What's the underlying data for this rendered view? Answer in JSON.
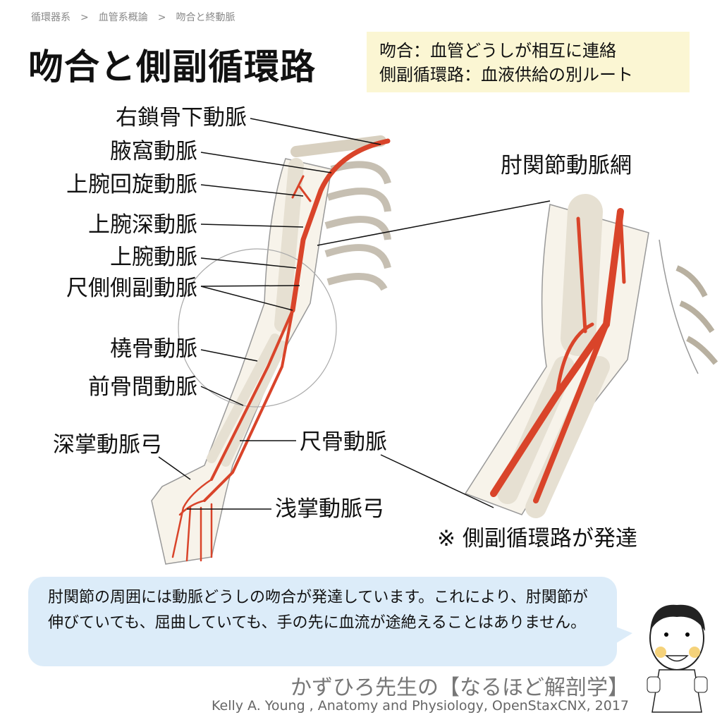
{
  "breadcrumb": [
    "循環器系",
    ">",
    "血管系概論",
    ">",
    "吻合と終動脈"
  ],
  "title": "吻合と側副循環路",
  "definitions": [
    "吻合：血管どうしが相互に連絡",
    "側副循環路：血液供給の別ルート"
  ],
  "labels": {
    "subclavian": "右鎖骨下動脈",
    "axillary": "腋窩動脈",
    "circumflex_humeral": "上腕回旋動脈",
    "deep_brachial": "上腕深動脈",
    "brachial": "上腕動脈",
    "ulnar_collateral": "尺側側副動脈",
    "radial": "橈骨動脈",
    "anterior_interosseous": "前骨間動脈",
    "deep_palmar_arch": "深掌動脈弓",
    "ulnar": "尺骨動脈",
    "superficial_palmar_arch": "浅掌動脈弓",
    "elbow_network": "肘関節動脈網",
    "collateral_note": "※ 側副循環路が発達"
  },
  "bubble_text": "肘関節の周囲には動脈どうしの吻合が発達しています。これにより、肘関節が伸びていても、屈曲していても、手の先に血流が途絶えることはありません。",
  "brand": "かずひろ先生の【なるほど解剖学】",
  "credit": "Kelly A. Young , Anatomy and Physiology, OpenStaxCNX, 2017",
  "colors": {
    "artery": "#d9442a",
    "bone": "#e6e0d2",
    "def_bg": "#fbf6d3",
    "bubble_bg": "#dcecf9"
  }
}
